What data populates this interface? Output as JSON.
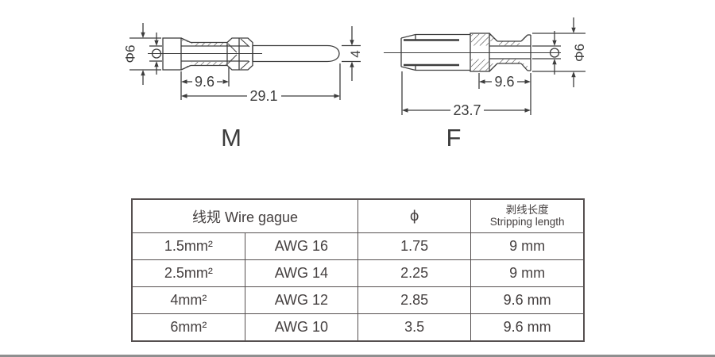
{
  "drawing": {
    "male": {
      "label": "M",
      "dim_outer_dia": "Φ6",
      "dim_barrel_len": "9.6",
      "dim_total_len": "29.1",
      "dim_pin_dia": "4"
    },
    "female": {
      "label": "F",
      "dim_barrel_len": "9.6",
      "dim_total_len": "23.7",
      "dim_outer_dia": "Φ6"
    }
  },
  "table": {
    "header": {
      "wire_gauge": "线规 Wire gague",
      "phi": "ϕ",
      "stripping_cn": "剥线长度",
      "stripping_en": "Stripping length"
    },
    "rows": [
      {
        "mm2": "1.5mm²",
        "awg": "AWG 16",
        "phi": "1.75",
        "strip": "9 mm"
      },
      {
        "mm2": "2.5mm²",
        "awg": "AWG 14",
        "phi": "2.25",
        "strip": "9 mm"
      },
      {
        "mm2": "4mm²",
        "awg": "AWG 12",
        "phi": "2.85",
        "strip": "9.6 mm"
      },
      {
        "mm2": "6mm²",
        "awg": "AWG 10",
        "phi": "3.5",
        "strip": "9.6 mm"
      }
    ]
  },
  "colors": {
    "line": "#3d3d3d",
    "text": "#3c3c3c",
    "table_border": "#565050",
    "bottom_bar": "#8f8f8f",
    "background": "#ffffff"
  }
}
